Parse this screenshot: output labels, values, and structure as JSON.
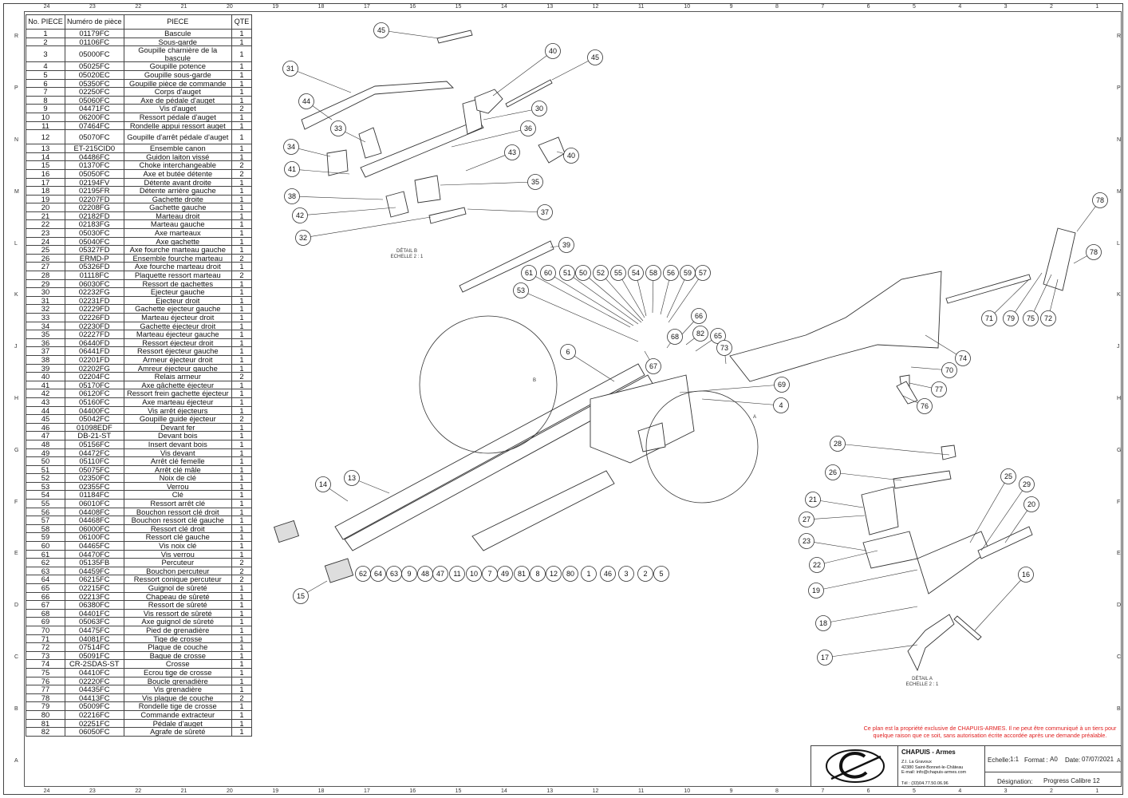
{
  "border": {
    "columns": [
      "24",
      "23",
      "22",
      "21",
      "20",
      "19",
      "18",
      "17",
      "16",
      "15",
      "14",
      "13",
      "12",
      "11",
      "10",
      "9",
      "8",
      "7",
      "6",
      "5",
      "4",
      "3",
      "2",
      "1"
    ],
    "rows": [
      "R",
      "P",
      "N",
      "M",
      "L",
      "K",
      "J",
      "H",
      "G",
      "F",
      "E",
      "D",
      "C",
      "B",
      "A"
    ]
  },
  "table": {
    "headers": {
      "no": "No. PIECE",
      "ref": "Numéro de pièce",
      "name": "PIECE",
      "qty": "QTE"
    },
    "rows": [
      [
        "1",
        "01179FC",
        "Bascule",
        "1"
      ],
      [
        "2",
        "01106FC",
        "Sous-garde",
        "1"
      ],
      [
        "3",
        "05000FC",
        "Goupille charnière de la bascule",
        "1"
      ],
      [
        "4",
        "05025FC",
        "Goupille potence",
        "1"
      ],
      [
        "5",
        "05020EC",
        "Goupille sous-garde",
        "1"
      ],
      [
        "6",
        "05350FC",
        "Goupille pièce de commande",
        "1"
      ],
      [
        "7",
        "02250FC",
        "Corps d'auget",
        "1"
      ],
      [
        "8",
        "05060FC",
        "Axe de pédale d'auget",
        "1"
      ],
      [
        "9",
        "04471FC",
        "Vis d'auget",
        "2"
      ],
      [
        "10",
        "06200FC",
        "Ressort pédale d'auget",
        "1"
      ],
      [
        "11",
        "07464FC",
        "Rondelle appui ressort auget",
        "1"
      ],
      [
        "12",
        "05070FC",
        "Goupille d'arrêt pédale d'auget",
        "1"
      ],
      [
        "13",
        "ET-215CID0",
        "Ensemble canon",
        "1"
      ],
      [
        "14",
        "04486FC",
        "Guidon laiton vissé",
        "1"
      ],
      [
        "15",
        "01370FC",
        "Choke interchangeable",
        "2"
      ],
      [
        "16",
        "05050FC",
        "Axe et butée détente",
        "2"
      ],
      [
        "17",
        "02194FV",
        "Détente avant droite",
        "1"
      ],
      [
        "18",
        "02195FR",
        "Détente arrière gauche",
        "1"
      ],
      [
        "19",
        "02207FD",
        "Gachette droite",
        "1"
      ],
      [
        "20",
        "02208FG",
        "Gachette gauche",
        "1"
      ],
      [
        "21",
        "02182FD",
        "Marteau droit",
        "1"
      ],
      [
        "22",
        "02183FG",
        "Marteau gauche",
        "1"
      ],
      [
        "23",
        "05030FC",
        "Axe marteaux",
        "1"
      ],
      [
        "24",
        "05040FC",
        "Axe gachette",
        "1"
      ],
      [
        "25",
        "05327FD",
        "Axe fourche marteau gauche",
        "1"
      ],
      [
        "26",
        "ERMD-P",
        "Ensemble fourche marteau",
        "2"
      ],
      [
        "27",
        "05326FD",
        "Axe fourche marteau droit",
        "1"
      ],
      [
        "28",
        "01118FC",
        "Plaquette ressort marteau",
        "2"
      ],
      [
        "29",
        "06030FC",
        "Ressort de gachettes",
        "1"
      ],
      [
        "30",
        "02232FG",
        "Ejecteur gauche",
        "1"
      ],
      [
        "31",
        "02231FD",
        "Ejecteur droit",
        "1"
      ],
      [
        "32",
        "02229FD",
        "Gachette ejecteur gauche",
        "1"
      ],
      [
        "33",
        "02226FD",
        "Marteau éjecteur droit",
        "1"
      ],
      [
        "34",
        "02230FD",
        "Gachette éjecteur droit",
        "1"
      ],
      [
        "35",
        "02227FD",
        "Marteau éjecteur gauche",
        "1"
      ],
      [
        "36",
        "06440FD",
        "Ressort éjecteur droit",
        "1"
      ],
      [
        "37",
        "06441FD",
        "Ressort éjecteur gauche",
        "1"
      ],
      [
        "38",
        "02201FD",
        "Armeur éjecteur droit",
        "1"
      ],
      [
        "39",
        "02202FG",
        "Amreur éjecteur gauche",
        "1"
      ],
      [
        "40",
        "02204FC",
        "Relais armeur",
        "2"
      ],
      [
        "41",
        "05170FC",
        "Axe gâchette éjecteur",
        "1"
      ],
      [
        "42",
        "06120FC",
        "Ressort frein gachette éjecteur",
        "1"
      ],
      [
        "43",
        "05160FC",
        "Axe marteau éjecteur",
        "1"
      ],
      [
        "44",
        "04400FC",
        "Vis arrêt éjecteurs",
        "1"
      ],
      [
        "45",
        "05042FC",
        "Goupille guide éjecteur",
        "2"
      ],
      [
        "46",
        "01098EDF",
        "Devant fer",
        "1"
      ],
      [
        "47",
        "DB-21-ST",
        "Devant bois",
        "1"
      ],
      [
        "48",
        "05156FC",
        "Insert devant bois",
        "1"
      ],
      [
        "49",
        "04472FC",
        "Vis devant",
        "1"
      ],
      [
        "50",
        "05110FC",
        "Arrêt clé femelle",
        "1"
      ],
      [
        "51",
        "05075FC",
        "Arrêt clé mâle",
        "1"
      ],
      [
        "52",
        "02350FC",
        "Noix de clé",
        "1"
      ],
      [
        "53",
        "02355FC",
        "Verrou",
        "1"
      ],
      [
        "54",
        "01184FC",
        "Clé",
        "1"
      ],
      [
        "55",
        "06010FC",
        "Ressort arrêt clé",
        "1"
      ],
      [
        "56",
        "04408FC",
        "Bouchon ressort clé droit",
        "1"
      ],
      [
        "57",
        "04468FC",
        "Bouchon ressort clé gauche",
        "1"
      ],
      [
        "58",
        "06000FC",
        "Ressort clé droit",
        "1"
      ],
      [
        "59",
        "06100FC",
        "Ressort clé gauche",
        "1"
      ],
      [
        "60",
        "04465FC",
        "Vis noix clé",
        "1"
      ],
      [
        "61",
        "04470FC",
        "Vis verrou",
        "1"
      ],
      [
        "62",
        "05135FB",
        "Percuteur",
        "2"
      ],
      [
        "63",
        "04459FC",
        "Bouchon percuteur",
        "2"
      ],
      [
        "64",
        "06215FC",
        "Ressort conique percuteur",
        "2"
      ],
      [
        "65",
        "02215FC",
        "Guignol de sûreté",
        "1"
      ],
      [
        "66",
        "02213FC",
        "Chapeau de sûreté",
        "1"
      ],
      [
        "67",
        "06380FC",
        "Ressort de sûreté",
        "1"
      ],
      [
        "68",
        "04401FC",
        "Vis ressort de sûreté",
        "1"
      ],
      [
        "69",
        "05063FC",
        "Axe guignol de sûreté",
        "1"
      ],
      [
        "70",
        "04475FC",
        "Pied de grenadière",
        "1"
      ],
      [
        "71",
        "04081FC",
        "Tige de crosse",
        "1"
      ],
      [
        "72",
        "07514FC",
        "Plaque de couche",
        "1"
      ],
      [
        "73",
        "05091FC",
        "Bague de crosse",
        "1"
      ],
      [
        "74",
        "CR-2SDAS-ST",
        "Crosse",
        "1"
      ],
      [
        "75",
        "04410FC",
        "Ecrou tige de crosse",
        "1"
      ],
      [
        "76",
        "02220FC",
        "Boucle grenadière",
        "1"
      ],
      [
        "77",
        "04435FC",
        "Vis grenadière",
        "1"
      ],
      [
        "78",
        "04413FC",
        "Vis plaque de couche",
        "2"
      ],
      [
        "79",
        "05009FC",
        "Rondelle tige de crosse",
        "1"
      ],
      [
        "80",
        "02216FC",
        "Commande extracteur",
        "1"
      ],
      [
        "81",
        "02251FC",
        "Pédale d'auget",
        "1"
      ],
      [
        "82",
        "06050FC",
        "Agrafe de sûreté",
        "1"
      ]
    ]
  },
  "details": {
    "b_title": "DÉTAIL B",
    "b_scale": "ECHELLE 2 : 1",
    "a_title": "DÉTAIL A",
    "a_scale": "ECHELLE 2 : 1",
    "mark_a": "A",
    "mark_b": "B"
  },
  "callouts": {
    "top": [
      "45",
      "40",
      "45",
      "31",
      "30",
      "44",
      "36",
      "33",
      "43",
      "40",
      "34",
      "41",
      "35",
      "38",
      "37",
      "42",
      "32",
      "39"
    ],
    "middle": [
      "61",
      "60",
      "51",
      "50",
      "52",
      "55",
      "54",
      "58",
      "56",
      "59",
      "57",
      "53",
      "66",
      "68",
      "82",
      "65",
      "73",
      "67",
      "6",
      "69",
      "4",
      "14",
      "13",
      "15"
    ],
    "bottom_row": [
      "62",
      "64",
      "63",
      "9",
      "48",
      "47",
      "11",
      "10",
      "7",
      "49",
      "81",
      "8",
      "12",
      "80",
      "1",
      "46",
      "3",
      "2",
      "5"
    ],
    "stock": [
      "78",
      "78",
      "71",
      "79",
      "75",
      "72",
      "74",
      "70",
      "77",
      "76"
    ],
    "detail_a": [
      "28",
      "26",
      "21",
      "27",
      "23",
      "22",
      "19",
      "25",
      "29",
      "20",
      "16",
      "18",
      "17"
    ]
  },
  "notice": "Ce plan est la propriété exclusive de CHAPUIS-ARMES. Il ne peut être communiqué à un tiers pour quelque raison que ce soit, sans autorisation écrite accordée après une demande préalable.",
  "title_block": {
    "company": "CHAPUIS - Armes",
    "address": [
      "Z.I. La Gravoux",
      "42380 Saint-Bonnet-le-Château",
      "E-mail: info@chapuis-armes.com"
    ],
    "tel": "Tél : (33)04.77.50.06.96",
    "scale_label": "Echelle:",
    "scale_value": "1:1",
    "format_label": "Format :",
    "format_value": "A0",
    "date_label": "Date:",
    "date_value": "07/07/2021",
    "designation_label": "Désignation:",
    "designation_value": "Progress Calibre 12"
  },
  "colors": {
    "notice": "#e02020",
    "line": "#333333"
  }
}
